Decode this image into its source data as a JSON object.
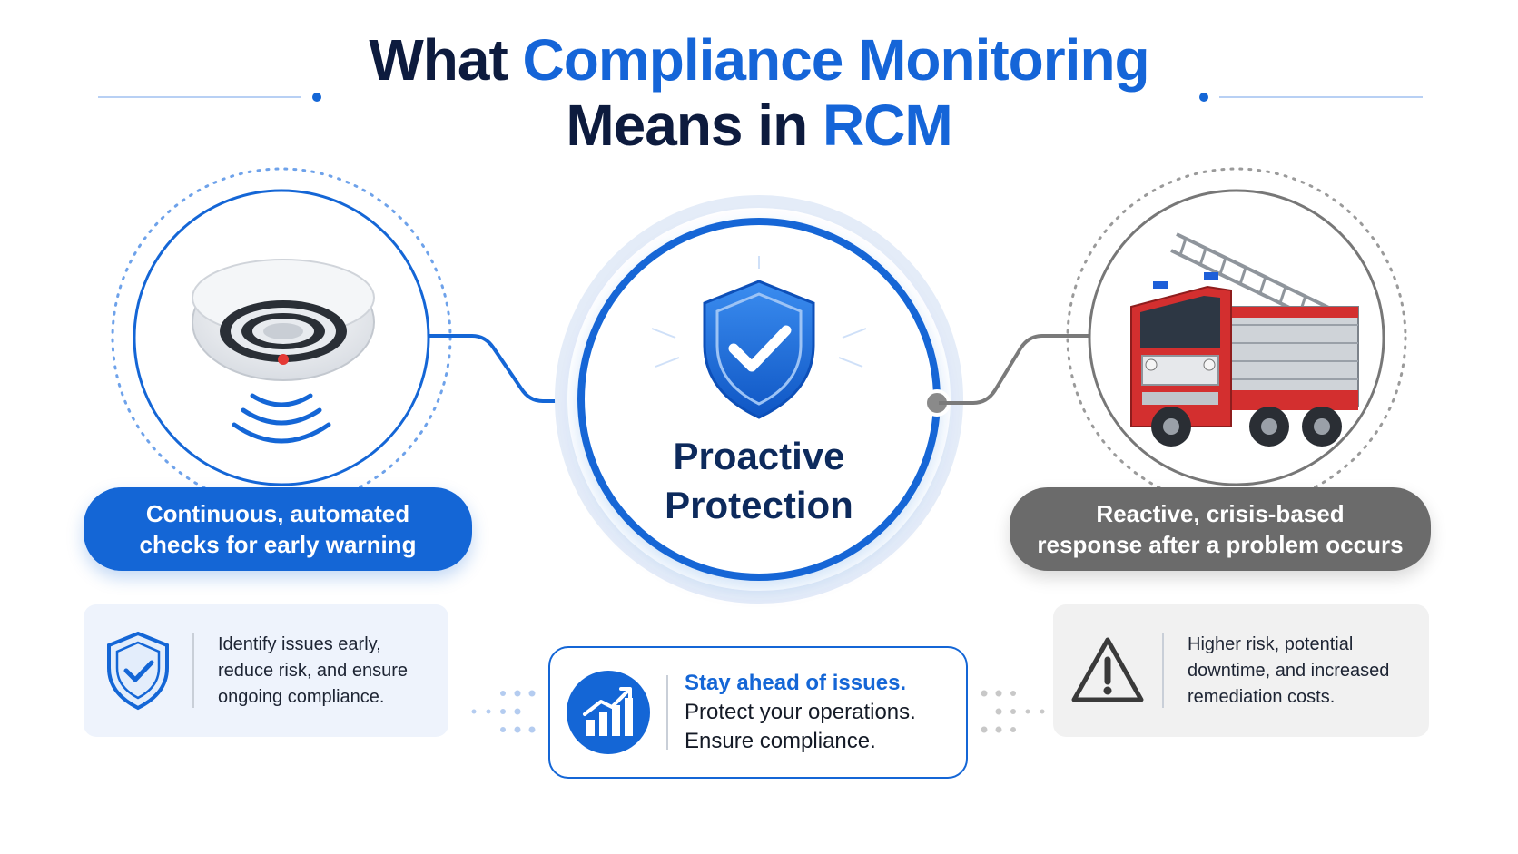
{
  "title": {
    "part1": "What ",
    "part2": "Compliance Monitoring",
    "part3": "Means in ",
    "part4": "RCM"
  },
  "center": {
    "label_line1": "Proactive",
    "label_line2": "Protection",
    "icon": "shield-check-icon"
  },
  "left": {
    "pill_line1": "Continuous, automated",
    "pill_line2": "checks for early warning",
    "card_icon": "shield-check-icon",
    "card_lines": [
      "Identify issues early,",
      "reduce risk, and ensure",
      "ongoing compliance."
    ],
    "illustration": "smoke-detector-icon"
  },
  "right": {
    "pill_line1": "Reactive, crisis-based",
    "pill_line2": "response after a problem occurs",
    "card_icon": "warning-triangle-icon",
    "card_lines": [
      "Higher risk, potential",
      "downtime, and increased",
      "remediation costs."
    ],
    "illustration": "fire-truck-icon"
  },
  "bottom": {
    "icon": "growth-chart-icon",
    "line1": "Stay ahead of issues.",
    "line2": "Protect your operations.",
    "line3": "Ensure compliance."
  },
  "colors": {
    "accent": "#1466d6",
    "dark": "#0d1b3e",
    "gray": "#6b6b6b",
    "alarm_red": "#e53935",
    "truck_red": "#d32f2f"
  }
}
